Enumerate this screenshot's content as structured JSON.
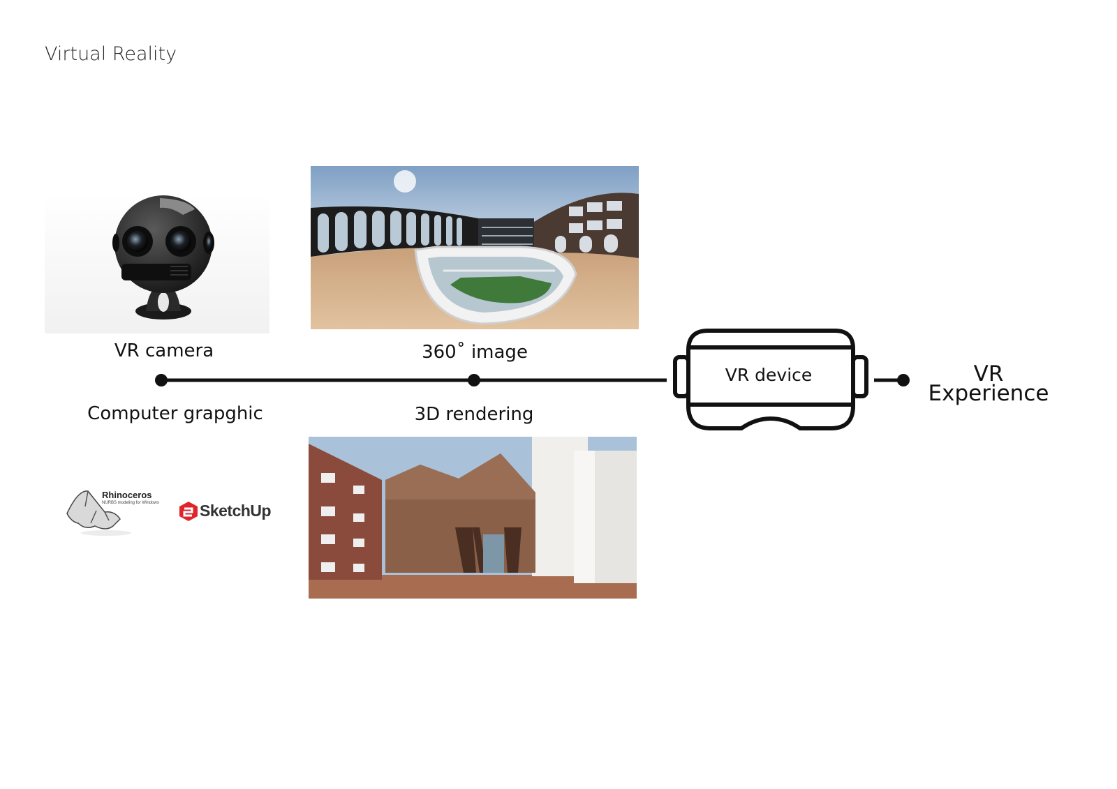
{
  "page": {
    "title": "Virtual Reality"
  },
  "nodes": {
    "vr_camera": "VR camera",
    "image_360": "360˚ image",
    "computer_graphic": "Computer grapghic",
    "rendering_3d": "3D rendering",
    "vr_device": "VR device",
    "vr_experience_line1": "VR",
    "vr_experience_line2": "Experience"
  },
  "logos": {
    "rhino_name": "Rhinoceros",
    "rhino_tagline": "NURBS modeling for Windows",
    "sketchup_name": "SketchUp"
  },
  "icons": {
    "camera": "vr-360-camera-icon",
    "headset": "vr-headset-icon",
    "rhino": "rhinoceros-logo",
    "sketchup": "sketchup-logo"
  },
  "colors": {
    "line": "#111111",
    "sketchup_red": "#e0242c",
    "brick": "#8a6048"
  }
}
